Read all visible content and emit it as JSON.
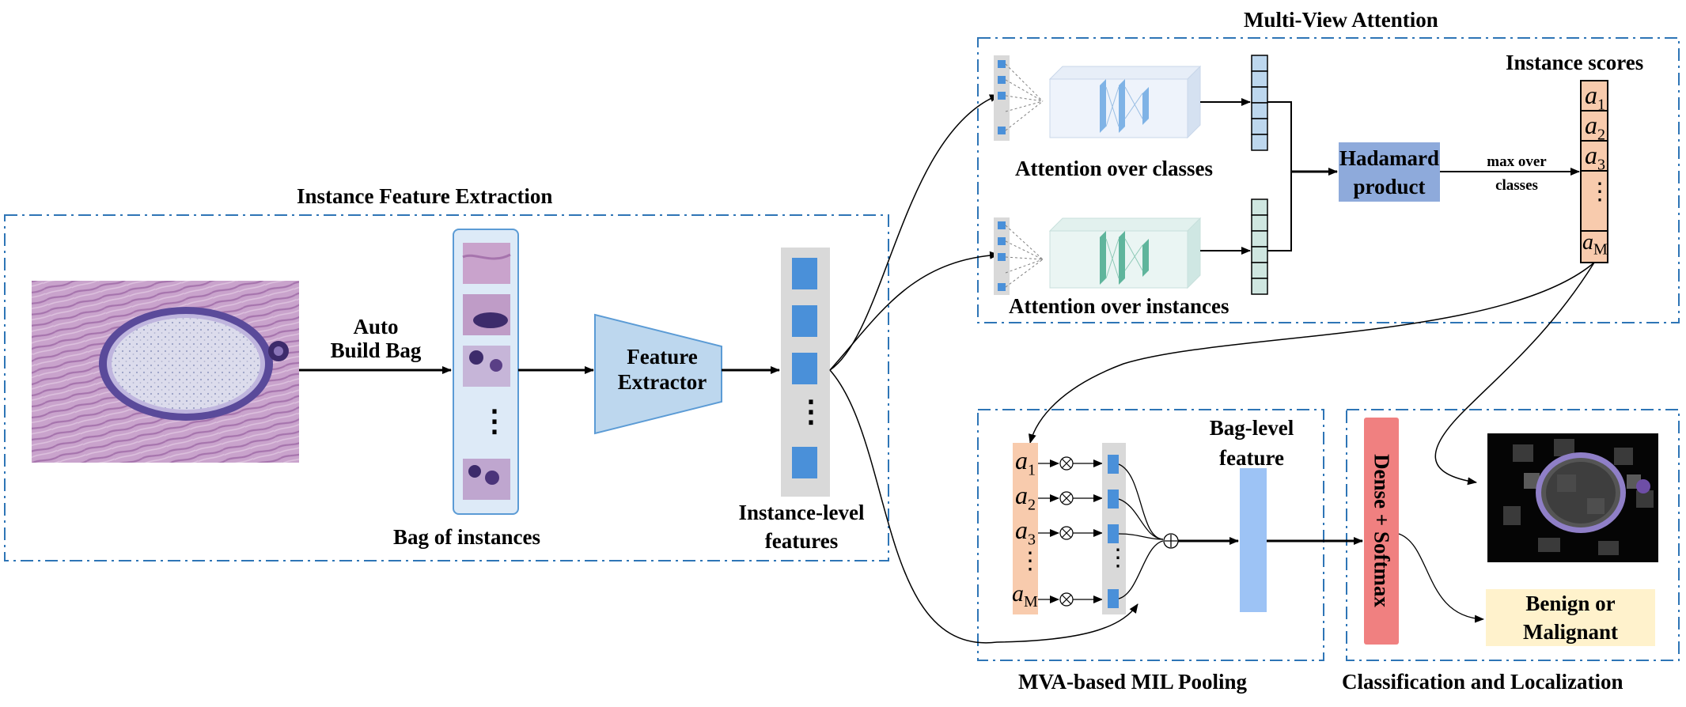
{
  "sections": {
    "instance_extraction": "Instance Feature Extraction",
    "multi_view": "Multi-View Attention",
    "mil_pooling": "MVA-based MIL Pooling",
    "classification": "Classification and Localization"
  },
  "labels": {
    "auto_build_line1": "Auto",
    "auto_build_line2": "Build Bag",
    "bag_of_instances": "Bag of instances",
    "feature_extractor_line1": "Feature",
    "feature_extractor_line2": "Extractor",
    "instance_level_line1": "Instance-level",
    "instance_level_line2": "features",
    "attention_classes": "Attention over classes",
    "attention_instances": "Attention over instances",
    "hadamard_line1": "Hadamard",
    "hadamard_line2": "product",
    "max_over_line1": "max over",
    "max_over_line2": "classes",
    "instance_scores": "Instance scores",
    "bag_level_line1": "Bag-level",
    "bag_level_line2": "feature",
    "dense_softmax": "Dense + Softmax",
    "benign_line1": "Benign or",
    "benign_line2": "Malignant",
    "dots": "⋮"
  },
  "scores": [
    {
      "base": "a",
      "sub": "1"
    },
    {
      "base": "a",
      "sub": "2"
    },
    {
      "base": "a",
      "sub": "3"
    },
    {
      "base": "a",
      "sub": "M"
    }
  ],
  "colors": {
    "dash_border": "#2e75b6",
    "feature_block": "#4a90d9",
    "extractor_fill": "#bdd7ee",
    "hadamard_fill": "#8eaadb",
    "score_fill": "#f8cbad",
    "dense_fill": "#f08080",
    "result_fill": "#fff2cc",
    "bag_feature_fill": "#9dc3f5",
    "column_gray": "#d9d9d9"
  }
}
